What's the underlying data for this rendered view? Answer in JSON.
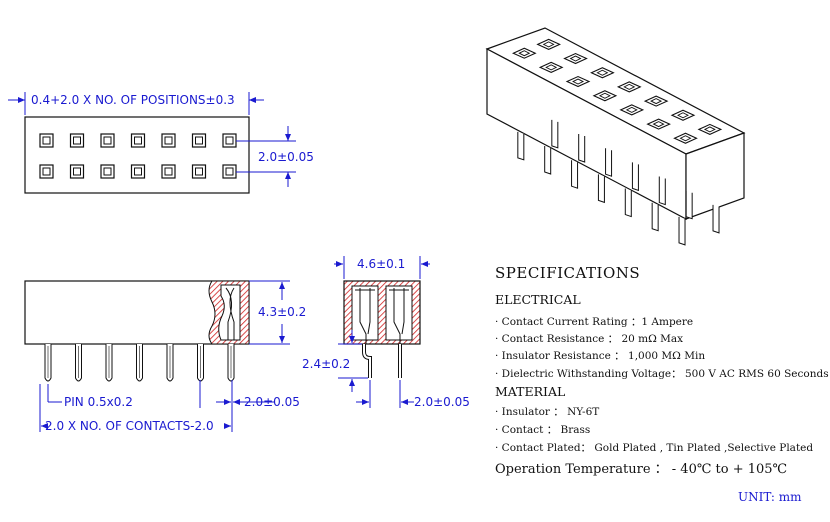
{
  "dimensions": {
    "width_formula": "0.4+2.0 X NO. OF POSITIONS±0.3",
    "row_pitch": "2.0±0.05",
    "body_height": "4.3±0.2",
    "pin_size": "PIN 0.5x0.2",
    "pin_pitch": "2.0±0.05",
    "contacts_formula": "2.0 X NO. OF CONTACTS-2.0",
    "side_width": "4.6±0.1",
    "pin_length": "2.4±0.2",
    "side_pitch": "2.0±0.05"
  },
  "specs": {
    "title": "SPECIFICATIONS",
    "electrical_heading": "ELECTRICAL",
    "electrical": [
      "· Contact Current Rating ：1 Ampere",
      "· Contact Resistance ： 20 mΩ Max",
      "· Insulator Resistance ： 1,000 MΩ Min",
      "· Dielectric Withstanding Voltage： 500 V AC RMS 60 Seconds"
    ],
    "material_heading": "MATERIAL",
    "material": [
      "· Insulator ： NY-6T",
      "· Contact ： Brass",
      "· Contact  Plated： Gold Plated , Tin Plated ,Selective Plated"
    ],
    "operation": "Operation Temperature ： - 40℃ to + 105℃"
  },
  "unit": "UNIT: mm"
}
